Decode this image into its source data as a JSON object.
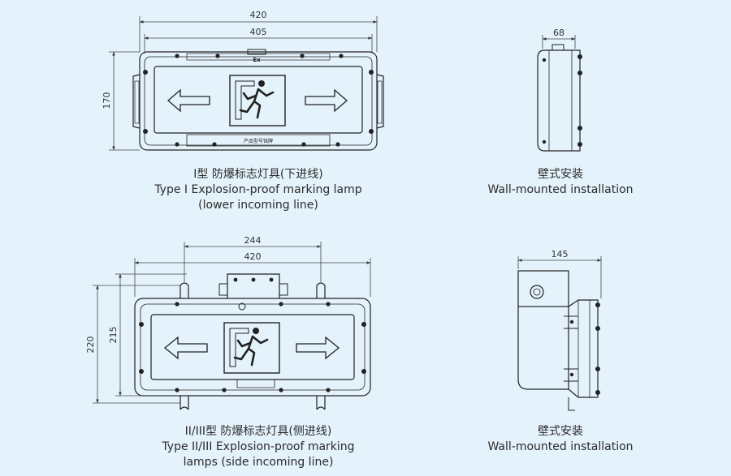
{
  "type1": {
    "dims": {
      "overall_width": "420",
      "inner_width": "405",
      "height": "170"
    },
    "ex_label": "Ex",
    "plate_text": "产品型号铭牌",
    "caption": {
      "line1": "I型 防爆标志灯具(下进线)",
      "line2": "Type I Explosion-proof marking lamp",
      "line3": "(lower incoming line)"
    }
  },
  "type1_side": {
    "dims": {
      "depth": "68"
    },
    "caption": {
      "line1": "壁式安装",
      "line2": "Wall-mounted installation"
    }
  },
  "type2": {
    "dims": {
      "mount_width": "244",
      "overall_width": "420",
      "inner_height": "215",
      "overall_height": "220"
    },
    "caption": {
      "line1": "II/III型 防爆标志灯具(侧进线)",
      "line2": "Type II/III Explosion-proof marking",
      "line3": "lamps (side incoming line)"
    }
  },
  "type2_side": {
    "dims": {
      "depth": "145"
    },
    "caption": {
      "line1": "壁式安装",
      "line2": "Wall-mounted installation"
    }
  }
}
